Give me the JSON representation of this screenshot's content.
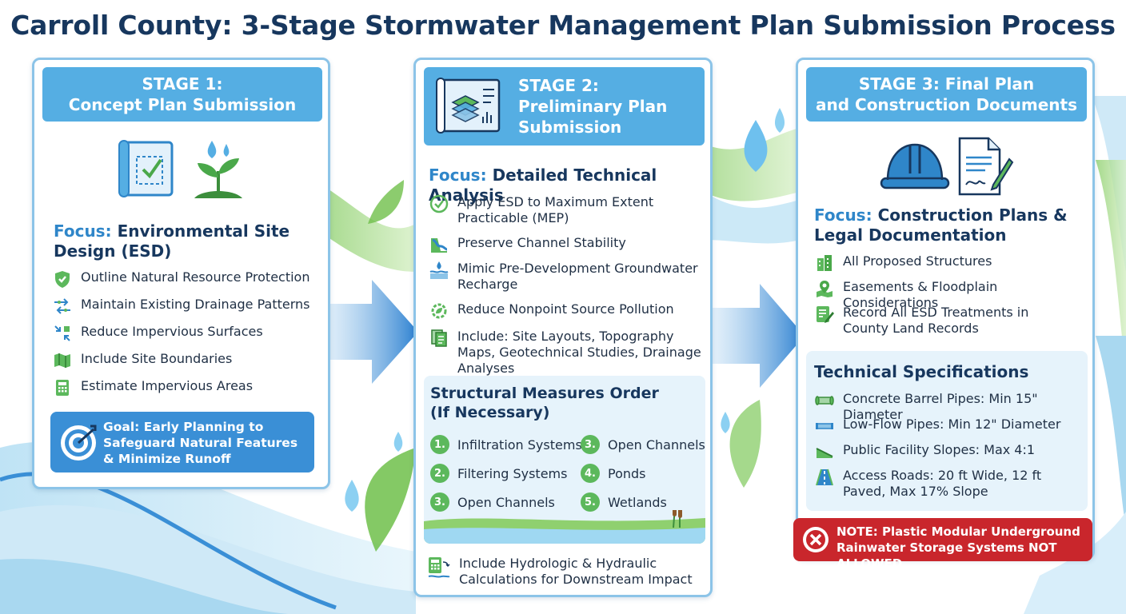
{
  "title": "Carroll County: 3-Stage Stormwater Management Plan Submission Process",
  "colors": {
    "navy": "#17375e",
    "header_blue": "#55aee3",
    "focus_blue": "#2f86c9",
    "green": "#5cb85c",
    "goal_blue": "#3a8fd6",
    "note_red": "#c9262c"
  },
  "stage1": {
    "header_line1": "STAGE 1:",
    "header_line2": "Concept Plan Submission",
    "focus_label": "Focus:",
    "focus_text": "Environmental Site Design (ESD)",
    "items": [
      {
        "icon": "shield-check-icon",
        "text": "Outline Natural Resource Protection"
      },
      {
        "icon": "flow-arrows-icon",
        "text": "Maintain Existing Drainage Patterns"
      },
      {
        "icon": "shrink-arrows-icon",
        "text": "Reduce Impervious Surfaces"
      },
      {
        "icon": "map-icon",
        "text": "Include Site Boundaries"
      },
      {
        "icon": "calculator-icon",
        "text": "Estimate Impervious Areas"
      }
    ],
    "goal": "Goal: Early Planning to Safeguard Natural Features & Minimize Runoff"
  },
  "stage2": {
    "header_line1": "STAGE 2:",
    "header_line2": "Preliminary Plan",
    "header_line3": "Submission",
    "focus_label": "Focus:",
    "focus_text": "Detailed Technical Analysis",
    "items": [
      {
        "icon": "check-circle-icon",
        "text": "Apply ESD to Maximum Extent Practicable (MEP)"
      },
      {
        "icon": "channel-icon",
        "text": "Preserve Channel Stability"
      },
      {
        "icon": "groundwater-icon",
        "text": "Mimic Pre-Development Groundwater Recharge"
      },
      {
        "icon": "gear-leaf-icon",
        "text": "Reduce Nonpoint Source Pollution"
      },
      {
        "icon": "documents-icon",
        "text": "Include: Site Layouts, Topography Maps, Geotechnical Studies, Drainage Analyses"
      }
    ],
    "measures_title_line1": "Structural Measures Order",
    "measures_title_line2": "(If Necessary)",
    "measures": [
      {
        "num": "1.",
        "text": "Infiltration Systems"
      },
      {
        "num": "2.",
        "text": "Filtering Systems"
      },
      {
        "num": "3.",
        "text": "Open Channels"
      },
      {
        "num": "3.",
        "text": "Open Channels"
      },
      {
        "num": "4.",
        "text": "Ponds"
      },
      {
        "num": "5.",
        "text": "Wetlands"
      }
    ],
    "bottom": "Include Hydrologic & Hydraulic Calculations for Downstream Impact"
  },
  "stage3": {
    "header_line1": "STAGE 3: Final Plan",
    "header_line2": "and Construction Documents",
    "focus_label": "Focus:",
    "focus_text": "Construction Plans & Legal Documentation",
    "items": [
      {
        "icon": "building-icon",
        "text": "All Proposed Structures"
      },
      {
        "icon": "map-pin-icon",
        "text": "Easements & Floodplain Considerations"
      },
      {
        "icon": "record-icon",
        "text": "Record All ESD Treatments in County Land Records"
      }
    ],
    "spec_title": "Technical Specifications",
    "specs": [
      {
        "icon": "barrel-pipe-icon",
        "text": "Concrete Barrel Pipes: Min 15\" Diameter"
      },
      {
        "icon": "pipe-icon",
        "text": "Low-Flow Pipes: Min 12\" Diameter"
      },
      {
        "icon": "slope-icon",
        "text": "Public Facility Slopes: Max 4:1"
      },
      {
        "icon": "road-icon",
        "text": "Access Roads: 20 ft Wide, 12 ft Paved, Max 17% Slope"
      }
    ],
    "note": "NOTE: Plastic Modular Underground Rainwater Storage Systems NOT ALLOWED"
  }
}
